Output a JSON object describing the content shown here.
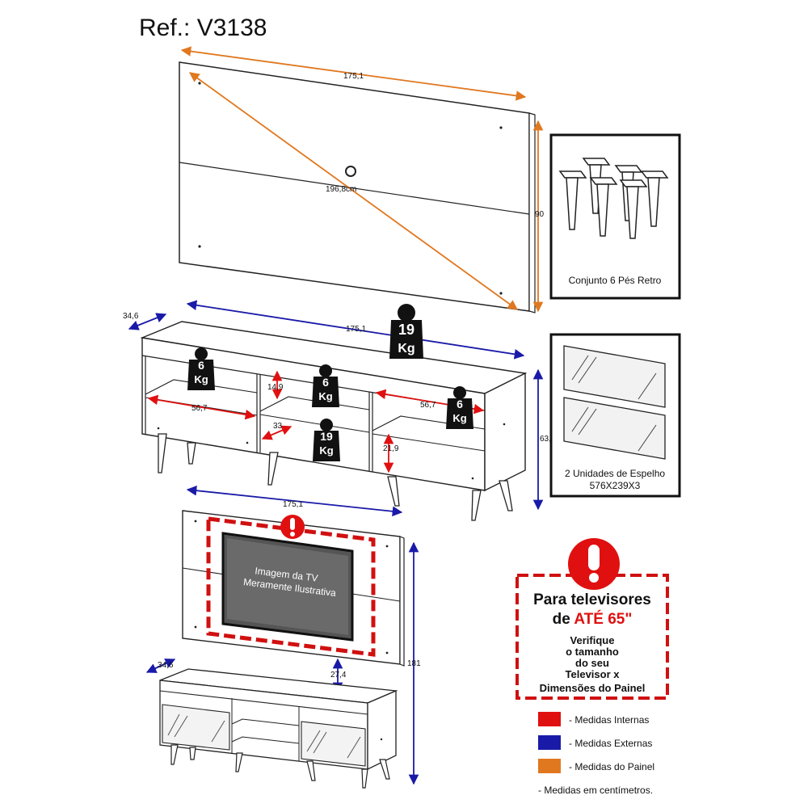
{
  "title": "Ref.: V3138",
  "colors": {
    "internal": "#e01010",
    "external": "#1a1aa8",
    "panel": "#e07820",
    "line": "#222222"
  },
  "panel": {
    "width": "175,1",
    "height": "90",
    "diagonal": "196,8cm"
  },
  "rack": {
    "depth": "34,6",
    "width": "175,1",
    "height": "63,6",
    "shelf_width_left": "56,7",
    "shelf_width_right": "56,7",
    "shelf_height_top": "14,9",
    "shelf_depth": "33",
    "shelf_height_lower": "21,9",
    "weights": {
      "top": {
        "value": "19",
        "unit": "Kg"
      },
      "left": {
        "value": "6",
        "unit": "Kg"
      },
      "center_top": {
        "value": "6",
        "unit": "Kg"
      },
      "center_bottom": {
        "value": "19",
        "unit": "Kg"
      },
      "right": {
        "value": "6",
        "unit": "Kg"
      }
    }
  },
  "feet_box": {
    "label": "Conjunto 6 Pés Retro"
  },
  "mirror_box": {
    "line1": "2 Unidades de Espelho",
    "line2": "576X239X3"
  },
  "assembled": {
    "panel_width": "175,1",
    "total_height": "181",
    "gap": "27,4",
    "depth": "34,6",
    "tv_line1": "Imagem da TV",
    "tv_line2": "Meramente Ilustrativa"
  },
  "warning": {
    "line1": "Para televisores",
    "line2_prefix": "de ",
    "line2_highlight": "ATÉ 65\"",
    "lines": [
      "Verifique",
      "o tamanho",
      "do seu",
      "Televisor x",
      "Dimensões do Painel"
    ]
  },
  "legend": [
    {
      "color": "#e01010",
      "label": "- Medidas Internas"
    },
    {
      "color": "#1a1aa8",
      "label": "- Medidas Externas"
    },
    {
      "color": "#e07820",
      "label": "- Medidas do Painel"
    }
  ],
  "note": "- Medidas em centímetros."
}
